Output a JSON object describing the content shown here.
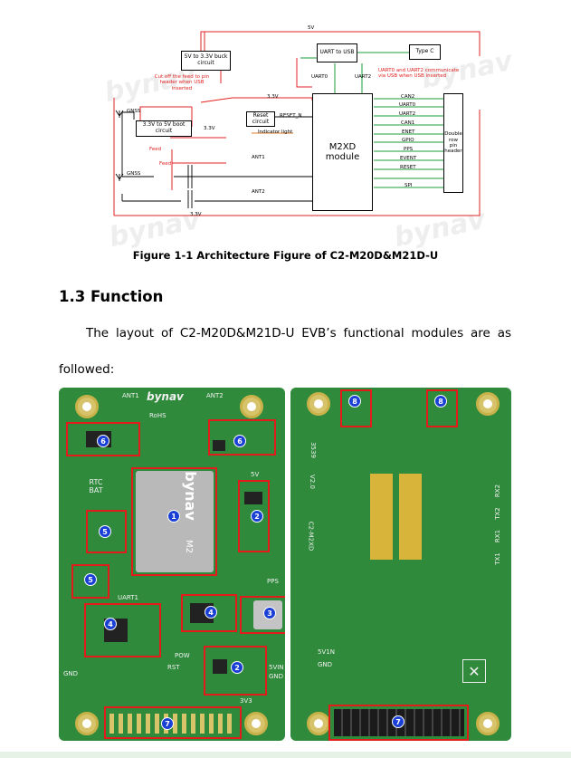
{
  "watermark": "bynav",
  "diagram": {
    "rail_5v": "5V",
    "rail_3v3_top": "3.3V",
    "rail_3v3_left": "3.3V",
    "rail_3v3_bottom": "3.3V",
    "buck": "5V to 3.3V buck circuit",
    "cutoff_note": "Cut off the feed to pin header when USB inserted",
    "gnss1": "GNSS",
    "gnss2": "GNSS",
    "boost": "3.3V to 5V boot circuit",
    "feed1": "Feed",
    "feed2": "Feed",
    "reset_circuit": "Reset circuit",
    "reset_n": "RESET_N",
    "indicator": "Indicator light",
    "ant1": "ANT1",
    "ant2": "ANT2",
    "uart_usb": "UART to USB",
    "typec": "Type C",
    "uart0": "UART0",
    "uart2": "UART2",
    "usb_note": "UART0 and UART2 communicate via USB when USB inserted",
    "module": "M2XD module",
    "header": "Double row pin header",
    "signals": [
      "CAN2",
      "UART0",
      "UART2",
      "CAN1",
      "ENET",
      "GPIO",
      "PPS",
      "EVENT",
      "RESET",
      "SPI"
    ]
  },
  "caption": "Figure 1-1 Architecture Figure of C2-M20D&M21D-U",
  "heading": "1.3 Function",
  "para1": "The layout of C2-M20D&M21D-U EVB’s functional modules are as",
  "para2": "followed:",
  "photo": {
    "ant1": "ANT1",
    "ant2": "ANT2",
    "brand": "bynav",
    "rohs": "RoHS",
    "rtc_bat": "RTC BAT",
    "uart1": "UART1",
    "five_v": "5V",
    "pps": "PPS",
    "pow": "POW",
    "gnd1": "GND",
    "gnd2": "GND",
    "v5in": "5VIN",
    "v3v3": "3V3",
    "rst": "RST",
    "m2_label": "M2",
    "back_v": "V2.0",
    "back_model": "C2-M2XD",
    "back_num": "3539",
    "back_5v1n": "5V1N",
    "back_gnd": "GND",
    "tx1": "TX1",
    "rx1": "RX1",
    "tx2": "TX2",
    "rx2": "RX2",
    "badges": [
      "1",
      "2",
      "2",
      "3",
      "4",
      "4",
      "5",
      "5",
      "6",
      "6",
      "7",
      "7",
      "8",
      "8"
    ]
  }
}
